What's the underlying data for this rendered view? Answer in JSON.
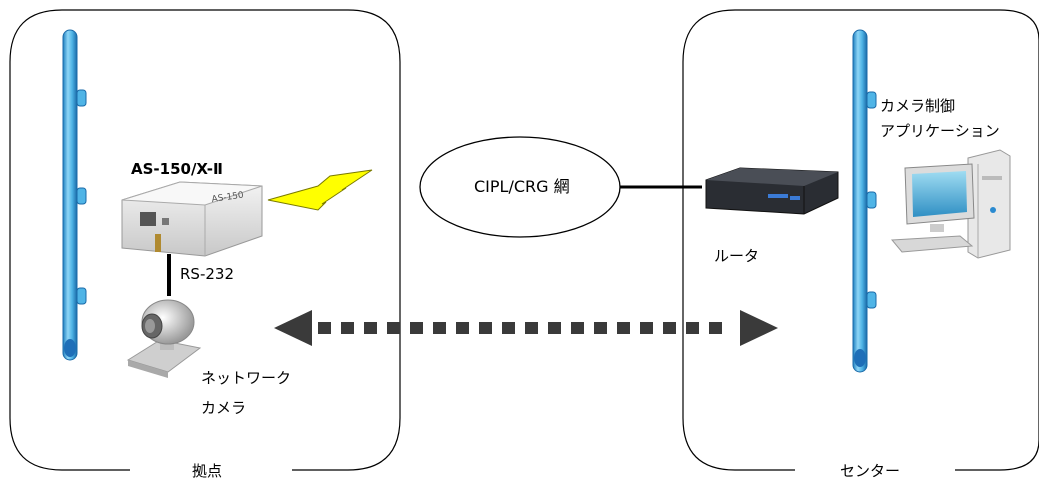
{
  "sites": {
    "base": {
      "label": "拠点"
    },
    "center": {
      "label": "センター"
    }
  },
  "devices": {
    "as150": {
      "name": "AS-150/X-Ⅱ",
      "serial_label": "RS-232"
    },
    "camera": {
      "line1": "ネットワーク",
      "line2": "カメラ"
    },
    "network": {
      "label": "CIPL/CRG 網"
    },
    "router": {
      "label": "ルータ"
    },
    "app": {
      "line1": "カメラ制御",
      "line2": "アプリケーション"
    }
  },
  "colors": {
    "pipe": "#4fb4e6",
    "pipe_dark": "#1f7fbf",
    "lightning": "#ffff00",
    "arrow": "#3a3a3a"
  }
}
